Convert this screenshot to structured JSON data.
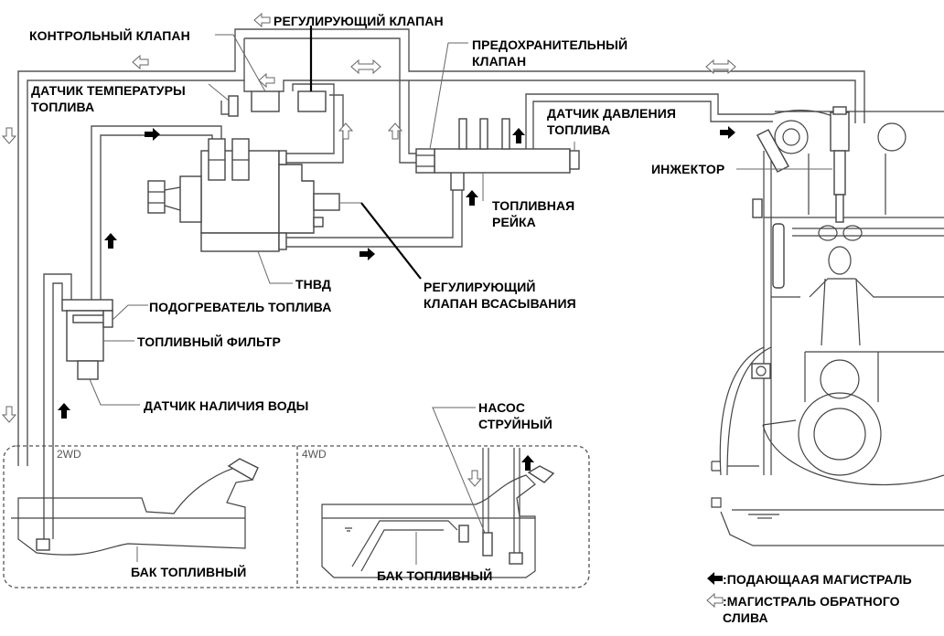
{
  "labels": {
    "control_valve": "КОНТРОЛЬНЫЙ КЛАПАН",
    "regulating_valve": "РЕГУЛИРУЮЩИЙ КЛАПАН",
    "safety_valve": "ПРЕДОХРАНИТЕЛЬНЫЙ\nКЛАПАН",
    "fuel_temp_sensor": "ДАТЧИК ТЕМПЕРАТУРЫ\nТОПЛИВА",
    "fuel_pressure_sensor": "ДАТЧИК ДАВЛЕНИЯ\nТОПЛИВА",
    "injector": "ИНЖЕКТОР",
    "fuel_rail": "ТОПЛИВНАЯ\nРЕЙКА",
    "hp_pump": "ТНВД",
    "suction_control_valve": "РЕГУЛИРУЮЩИЙ\nКЛАПАН ВСАСЫВАНИЯ",
    "fuel_heater": "ПОДОГРЕВАТЕЛЬ ТОПЛИВА",
    "fuel_filter": "ТОПЛИВНЫЙ ФИЛЬТР",
    "water_sensor": "ДАТЧИК НАЛИЧИЯ ВОДЫ",
    "jet_pump": "НАСОС\nСТРУЙНЫЙ",
    "tank_2wd": "БАК ТОПЛИВНЫЙ",
    "tank_4wd": "БАК ТОПЛИВНЫЙ"
  },
  "variants": {
    "2wd": "2WD",
    "4wd": "4WD"
  },
  "legend": {
    "supply": ":ПОДАЮЩААЯ МАГИСТРАЛЬ",
    "return": ":МАГИСТРАЛЬ ОБРАТНОГО\nСЛИВА"
  },
  "colors": {
    "supply_arrow": "#000000",
    "return_arrow": "#ffffff",
    "line": "#444444"
  }
}
